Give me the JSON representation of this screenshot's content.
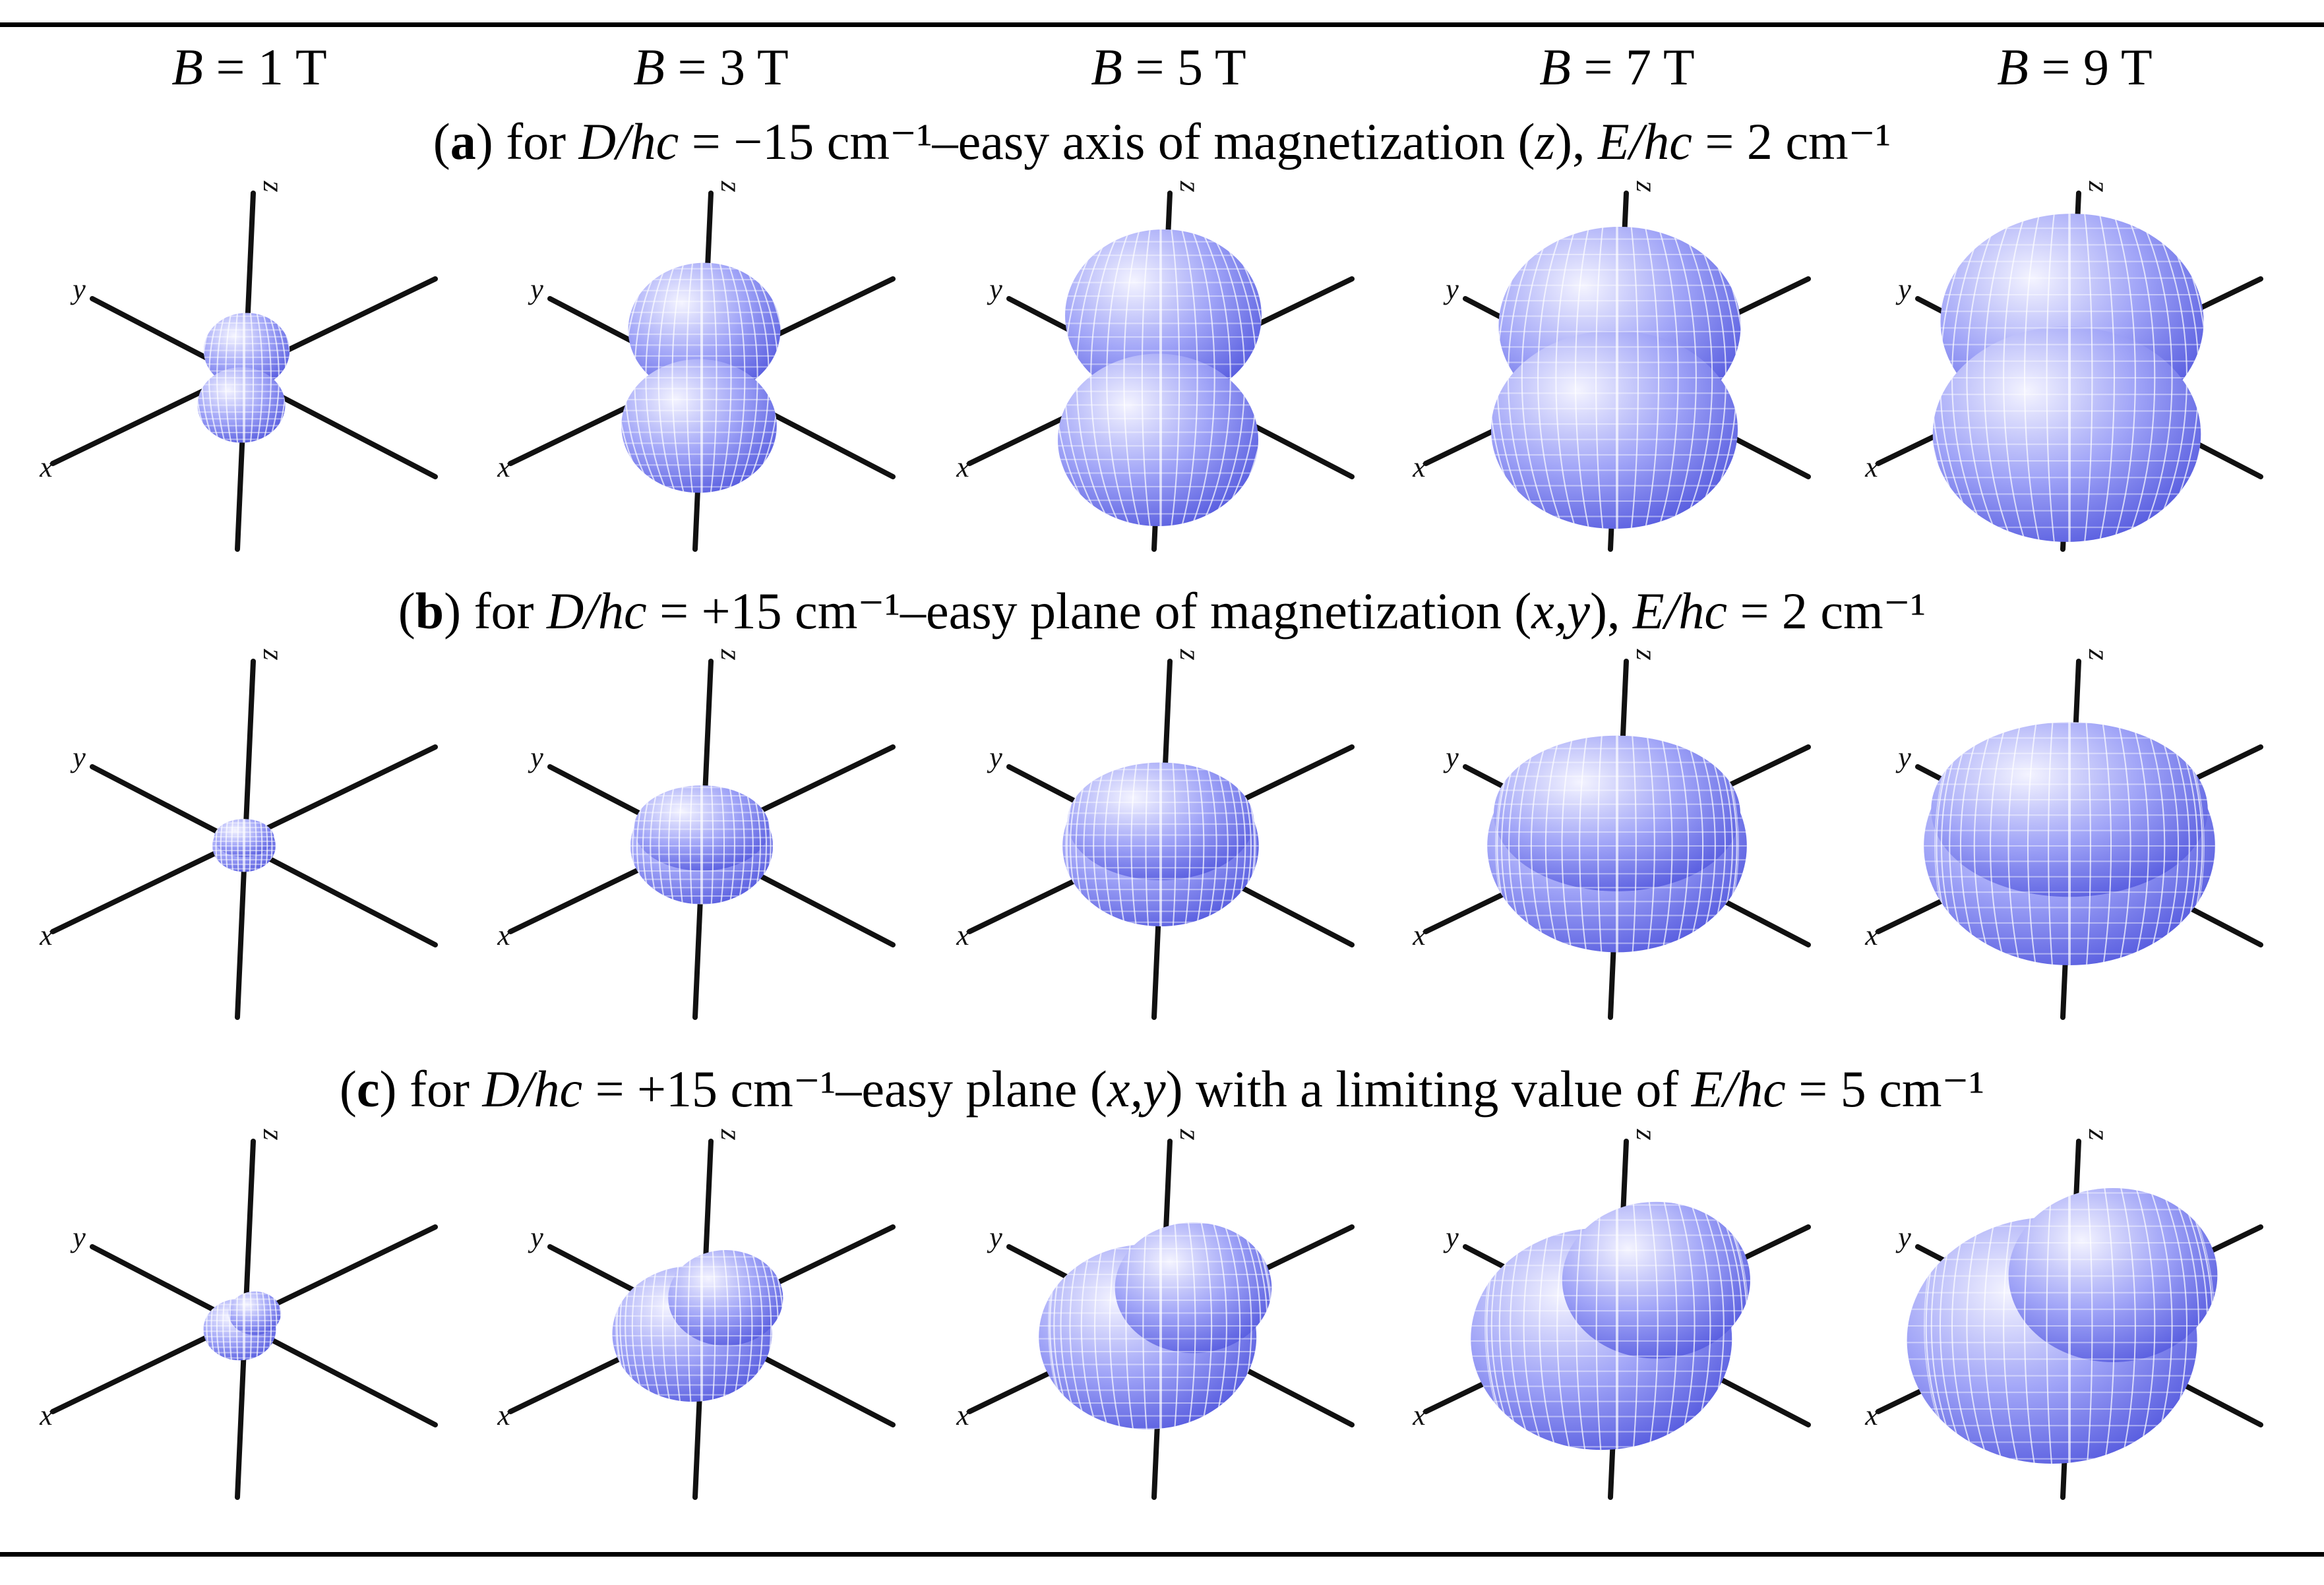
{
  "columns": {
    "symbol": "B",
    "equals": " = ",
    "unit": " T",
    "values": [
      "1",
      "3",
      "5",
      "7",
      "9"
    ]
  },
  "panels": [
    {
      "label": "a",
      "prefix": "for ",
      "var1": "D/hc",
      "mid1": " = −15 cm⁻¹–easy axis of magnetization (",
      "var2": "z",
      "mid2": "), ",
      "var3": "E/hc",
      "tail": " = 2 cm⁻¹",
      "shape": "easy-axis",
      "scales": [
        0.35,
        0.62,
        0.8,
        0.92,
        1.0
      ]
    },
    {
      "label": "b",
      "prefix": "for ",
      "var1": "D/hc",
      "mid1": " = +15 cm⁻¹–easy plane of magnetization (",
      "var2": "x,y",
      "mid2": "), ",
      "var3": "E/hc",
      "tail": " = 2 cm⁻¹",
      "shape": "easy-plane",
      "scales": [
        0.2,
        0.45,
        0.62,
        0.82,
        0.92
      ]
    },
    {
      "label": "c",
      "prefix": "for ",
      "var1": "D/hc",
      "mid1": " = +15 cm⁻¹–easy plane (",
      "var2": "x,y",
      "mid2": ") with a limiting value of ",
      "var3": "E/hc",
      "tail": " = 5 cm⁻¹",
      "shape": "limiting",
      "scales": [
        0.25,
        0.55,
        0.75,
        0.9,
        1.0
      ]
    }
  ],
  "axes": {
    "x": "x",
    "y": "y",
    "z": "z"
  },
  "colors": {
    "surface": "#9fa3f7",
    "surface_dark": "#5a5fe0",
    "axis": "#111111",
    "rule": "#000000"
  }
}
